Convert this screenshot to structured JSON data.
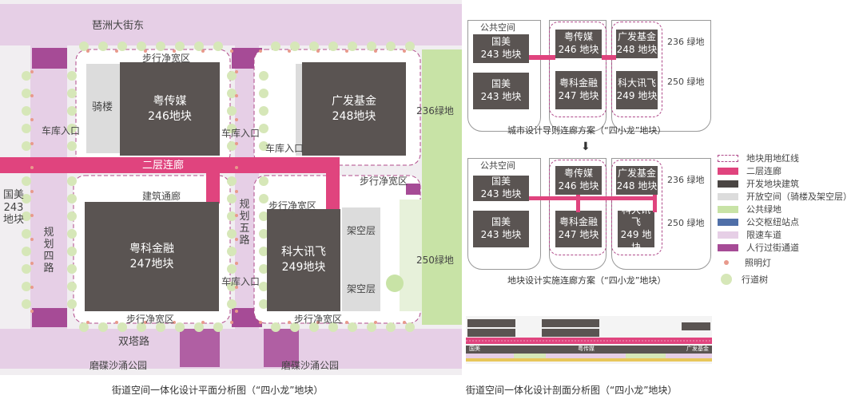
{
  "plan": {
    "streets": {
      "top": "琶洲大街东",
      "bottom": "双塔路",
      "left_road": "规划四路",
      "mid_road": "规划五路"
    },
    "blocks": [
      {
        "id": "246",
        "label": "粤传媒\n246地块"
      },
      {
        "id": "248",
        "label": "广发基金\n248地块"
      },
      {
        "id": "247",
        "label": "粤科金融\n247地块"
      },
      {
        "id": "249",
        "label": "科大讯飞\n249地块"
      }
    ],
    "labels": {
      "arcade": "骑楼",
      "garage_246": "车库入口",
      "garage_mid": "车库入口",
      "garage_248": "车库入口",
      "garage_249": "车库入口",
      "walk_top": "步行净宽区",
      "walk_248": "步行净宽区",
      "walk_249": "步行净宽区",
      "walk_bottom_left": "步行净宽区",
      "walk_bottom_right": "步行净宽区",
      "corridor": "二层连廊",
      "building_passage": "建筑通廊",
      "guomei": "国美\n243\n地块",
      "green_236": "236绿地",
      "green_250": "250绿地",
      "open_layer_1": "架空层",
      "open_layer_2": "架空层",
      "park_left": "磨碟沙涌公园",
      "park_right": "磨碟沙涌公园"
    },
    "caption": "街道空间一体化设计平面分析图（“四小龙”地块）"
  },
  "mini_top": {
    "public_space": "公共空间",
    "blocks": {
      "b243a": "国美\n243 地块",
      "b243b": "国美\n243 地块",
      "b246": "粤传媒\n246 地块",
      "b247": "粤科金融\n247 地块",
      "b248": "广发基金\n248 地块",
      "b249": "科大讯飞\n249 地块"
    },
    "green_236": "236 绿地",
    "green_250": "250 绿地",
    "caption": "城市设计导则连廊方案（“四小龙”地块）"
  },
  "mini_bottom": {
    "public_space": "公共空间",
    "blocks": {
      "b243a": "国美\n243 地块",
      "b243b": "国美\n243 地块",
      "b246": "粤传媒\n246 地块",
      "b247": "粤科金融\n247 地块",
      "b248": "广发基金\n248 地块",
      "b249": "科大讯飞\n249 地块"
    },
    "green_236": "236 绿地",
    "green_250": "250 绿地",
    "caption": "地块设计实施连廊方案（“四小龙”地块）"
  },
  "legend": {
    "items": [
      {
        "label": "地块用地红线",
        "kind": "dash",
        "color": "#b04a8a"
      },
      {
        "label": "二层连廊",
        "kind": "swatch",
        "color": "#e0447e"
      },
      {
        "label": "开发地块建筑",
        "kind": "swatch",
        "color": "#4a4543"
      },
      {
        "label": "开放空间（骑楼及架空层）",
        "kind": "swatch",
        "color": "#dcdcdc"
      },
      {
        "label": "公共绿地",
        "kind": "swatch",
        "color": "#c8e3a6"
      },
      {
        "label": "公交枢纽站点",
        "kind": "swatch",
        "color": "#4f6fa8"
      },
      {
        "label": "限速车道",
        "kind": "swatch",
        "color": "#e6cfe6"
      },
      {
        "label": "人行过街通道",
        "kind": "swatch",
        "color": "#a64b96"
      },
      {
        "label": "照明灯",
        "kind": "dot",
        "color": "#e89a8c"
      },
      {
        "label": "行道树",
        "kind": "tree",
        "color": "#d6e7b8"
      }
    ]
  },
  "section": {
    "labels": [
      "国美",
      "粤传媒",
      "广发基金"
    ],
    "caption": "街道空间一体化设计剖面分析图（“四小龙”地块）"
  },
  "colors": {
    "road": "#e6cfe6",
    "crossing": "#a64b96",
    "corridor": "#e0447e",
    "building": "#5a5452",
    "open": "#dcdcdc",
    "green": "#c8e3a6"
  }
}
